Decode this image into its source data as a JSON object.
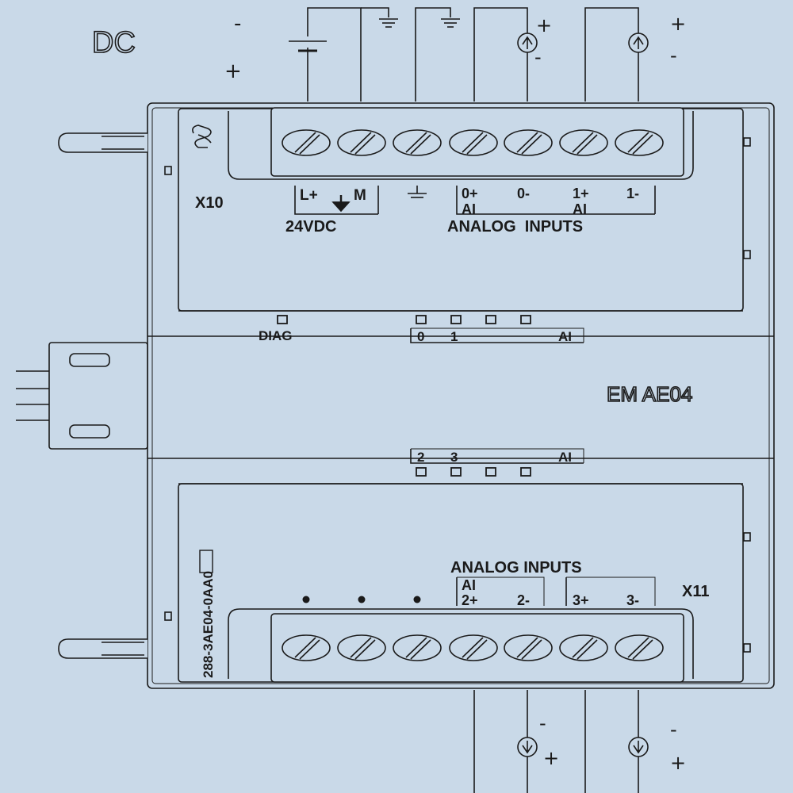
{
  "colors": {
    "background": "#c9d9e8",
    "line": "#1a1a1a",
    "module_fill": "#c9d9e8"
  },
  "supply": {
    "type_label": "DC",
    "minus": "-",
    "plus": "+"
  },
  "top_connector": {
    "name": "X10",
    "terminals": [
      "L+",
      "M"
    ],
    "power_label": "24VDC",
    "ai_terminals": [
      "0+",
      "0-",
      "1+",
      "1-"
    ],
    "ai_prefix": "AI",
    "section_label": "ANALOG  INPUTS",
    "logo_icon": "siemens-logo-icon"
  },
  "status": {
    "diag_label": "DIAG",
    "upper_channels": [
      "0",
      "1"
    ],
    "lower_channels": [
      "2",
      "3"
    ],
    "ai_tag": "AI"
  },
  "module": {
    "title": "EM AE04",
    "order_number": "288-3AE04-0AA0"
  },
  "bottom_connector": {
    "name": "X11",
    "section_label": "ANALOG INPUTS",
    "ai_prefix": "AI",
    "ai_terminals": [
      "2+",
      "2-",
      "3+",
      "3-"
    ]
  },
  "sensor_signs": {
    "plus": "+",
    "minus": "-"
  }
}
